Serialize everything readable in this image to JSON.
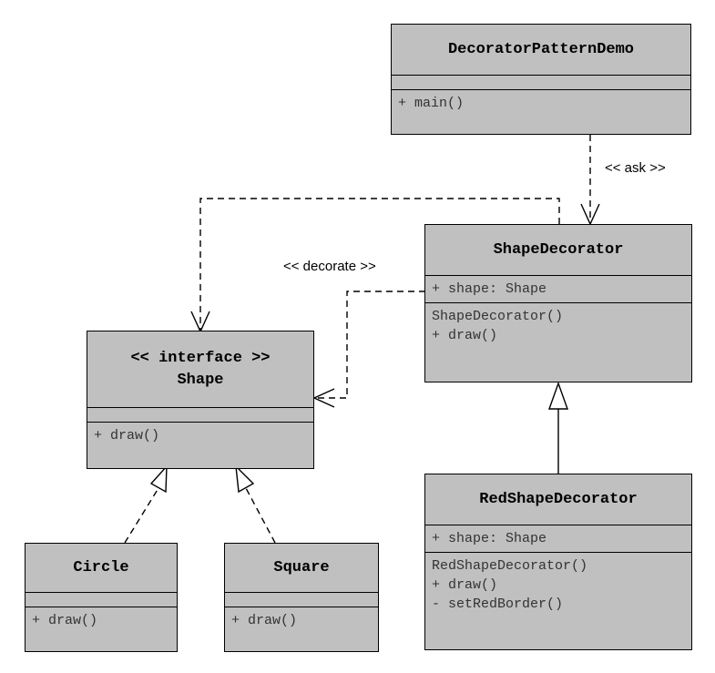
{
  "classes": {
    "demo": {
      "name": "DecoratorPatternDemo",
      "attributes": [],
      "operations": [
        "+ main()"
      ]
    },
    "decorator": {
      "name": "ShapeDecorator",
      "attributes": [
        "+ shape: Shape"
      ],
      "operations": [
        "ShapeDecorator()",
        "+ draw()"
      ]
    },
    "shape": {
      "stereotype": "<< interface >>",
      "name": "Shape",
      "attributes": [],
      "operations": [
        "+ draw()"
      ]
    },
    "red": {
      "name": "RedShapeDecorator",
      "attributes": [
        "+ shape: Shape"
      ],
      "operations": [
        "RedShapeDecorator()",
        "+ draw()",
        "- setRedBorder()"
      ]
    },
    "circle": {
      "name": "Circle",
      "attributes": [],
      "operations": [
        "+ draw()"
      ]
    },
    "square": {
      "name": "Square",
      "attributes": [],
      "operations": [
        "+ draw()"
      ]
    }
  },
  "relations": {
    "ask": {
      "label": "<< ask >>",
      "from": "DecoratorPatternDemo",
      "to": "ShapeDecorator",
      "kind": "dependency"
    },
    "decorate": {
      "label": "<< decorate >>",
      "from": "ShapeDecorator",
      "to": "Shape",
      "kind": "dependency"
    },
    "uses": {
      "from": "ShapeDecorator",
      "to": "Shape",
      "kind": "dependency"
    },
    "extends": {
      "from": "RedShapeDecorator",
      "to": "ShapeDecorator",
      "kind": "generalization"
    },
    "circle_impl": {
      "from": "Circle",
      "to": "Shape",
      "kind": "realization"
    },
    "square_impl": {
      "from": "Square",
      "to": "Shape",
      "kind": "realization"
    }
  }
}
